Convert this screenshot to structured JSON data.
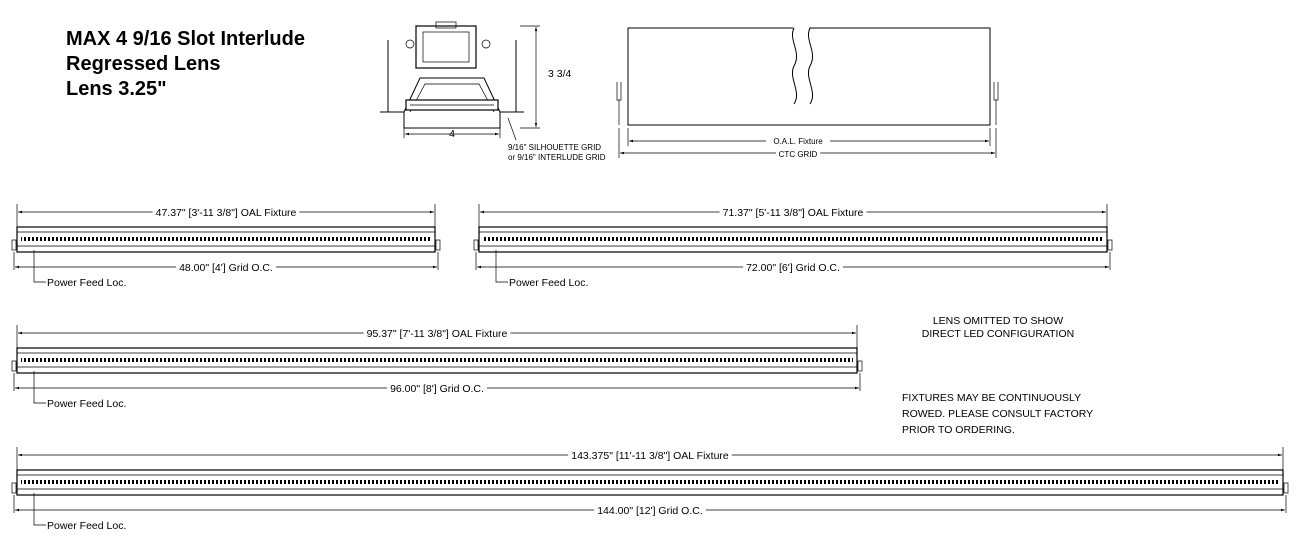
{
  "title": {
    "line1": "MAX 4  9/16 Slot Interlude",
    "line2": "Regressed Lens",
    "line3": "Lens 3.25\""
  },
  "section_view": {
    "height_label": "3 3/4",
    "width_label": "4",
    "grid_note_1": "9/16\" SILHOUETTE GRID",
    "grid_note_2": "or 9/16\" INTERLUDE GRID"
  },
  "side_view": {
    "oal_label": "O.A.L. Fixture",
    "ctc_label": "CTC GRID"
  },
  "fixtures": [
    {
      "oal": "47.37\" [3'-11 3/8\"] OAL Fixture",
      "grid": "48.00\" [4'] Grid O.C.",
      "feed": "Power Feed Loc."
    },
    {
      "oal": "71.37\" [5'-11 3/8\"] OAL Fixture",
      "grid": "72.00\" [6'] Grid O.C.",
      "feed": "Power Feed Loc."
    },
    {
      "oal": "95.37\" [7'-11 3/8\"] OAL Fixture",
      "grid": "96.00\" [8'] Grid O.C.",
      "feed": "Power Feed Loc."
    },
    {
      "oal": "143.375\" [11'-11 3/8\"] OAL Fixture",
      "grid": "144.00\" [12'] Grid O.C.",
      "feed": "Power Feed Loc."
    }
  ],
  "notes": {
    "lens_1": "LENS OMITTED TO SHOW",
    "lens_2": "DIRECT LED CONFIGURATION",
    "row_1": "FIXTURES MAY BE CONTINUOUSLY",
    "row_2": "ROWED. PLEASE CONSULT FACTORY",
    "row_3": "PRIOR TO ORDERING."
  }
}
